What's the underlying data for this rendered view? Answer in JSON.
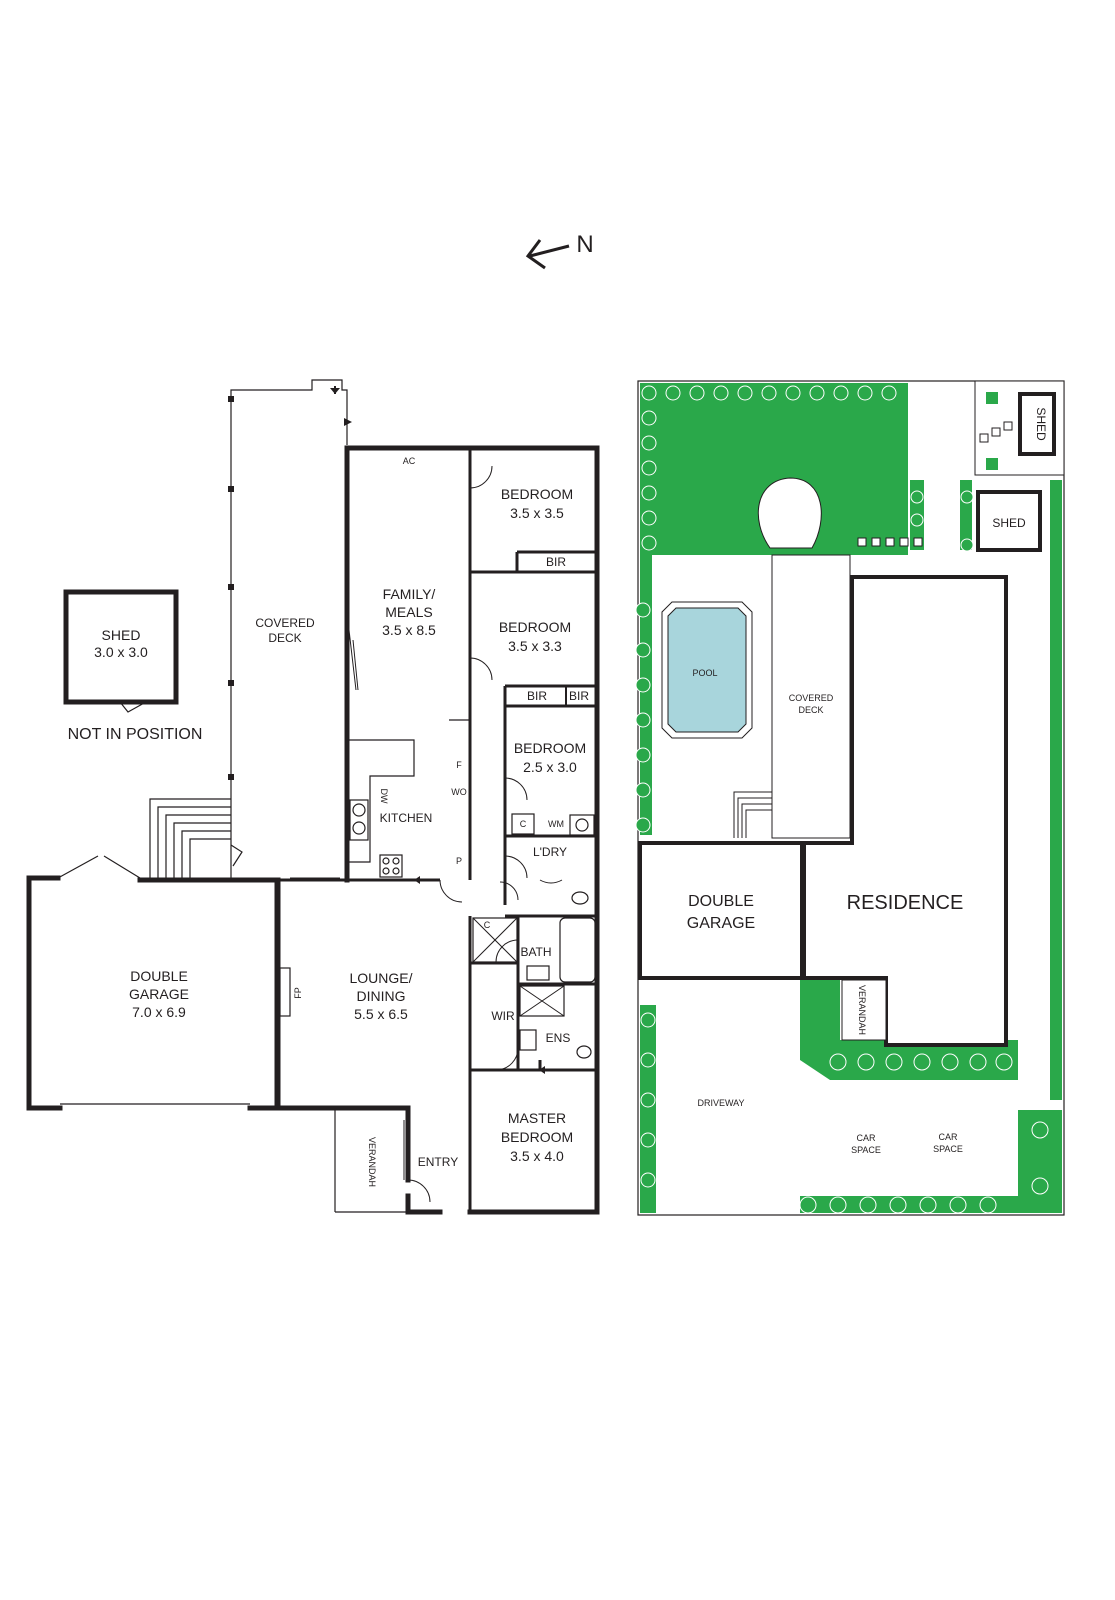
{
  "compass": {
    "label": "N"
  },
  "floorplan": {
    "shed": {
      "name": "SHED",
      "dims": "3.0 x 3.0",
      "note": "NOT IN POSITION"
    },
    "covered_deck": {
      "line1": "COVERED",
      "line2": "DECK"
    },
    "family": {
      "line1": "FAMILY/",
      "line2": "MEALS",
      "dims": "3.5 x 8.5",
      "ac": "AC"
    },
    "bedroom1": {
      "name": "BEDROOM",
      "dims": "3.5 x 3.5"
    },
    "bedroom2": {
      "name": "BEDROOM",
      "dims": "3.5 x 3.3"
    },
    "bedroom3": {
      "name": "BEDROOM",
      "dims": "2.5 x 3.0"
    },
    "bir": "BIR",
    "kitchen": {
      "name": "KITCHEN",
      "dw": "DW",
      "f": "F",
      "wo": "WO",
      "p": "P"
    },
    "laundry": {
      "name": "L'DRY",
      "c": "C",
      "wm": "WM"
    },
    "bath": {
      "name": "BATH",
      "c": "C"
    },
    "garage": {
      "line1": "DOUBLE",
      "line2": "GARAGE",
      "dims": "7.0 x 6.9"
    },
    "lounge": {
      "line1": "LOUNGE/",
      "line2": "DINING",
      "dims": "5.5 x 6.5",
      "fp": "FP"
    },
    "wir": "WIR",
    "ens": "ENS",
    "master": {
      "line1": "MASTER",
      "line2": "BEDROOM",
      "dims": "3.5 x 4.0"
    },
    "verandah": "VERANDAH",
    "entry": "ENTRY"
  },
  "siteplan": {
    "shed1": "SHED",
    "shed2": "SHED",
    "pool": "POOL",
    "covered_deck": {
      "line1": "COVERED",
      "line2": "DECK"
    },
    "double_garage": {
      "line1": "DOUBLE",
      "line2": "GARAGE"
    },
    "residence": "RESIDENCE",
    "verandah": "VERANDAH",
    "driveway": "DRIVEWAY",
    "car_space_1": {
      "line1": "CAR",
      "line2": "SPACE"
    },
    "car_space_2": {
      "line1": "CAR",
      "line2": "SPACE"
    }
  },
  "colors": {
    "lawn": "#2aa84a",
    "pool": "#a8d5dc",
    "walls": "#231f20"
  }
}
